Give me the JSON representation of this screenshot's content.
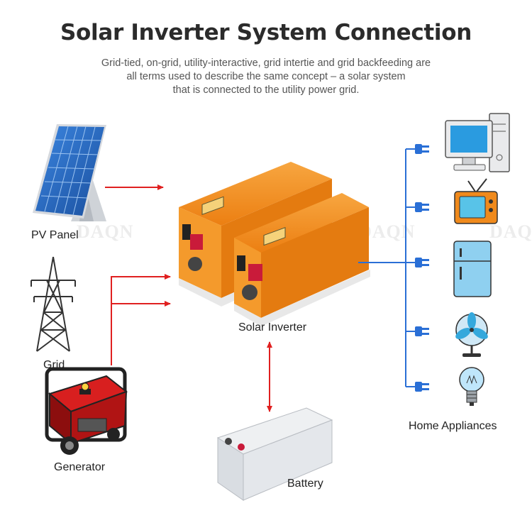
{
  "header": {
    "title": "Solar Inverter System Connection",
    "subtitle_lines": [
      "Grid-tied, on-grid, utility-interactive, grid intertie and grid backfeeding are",
      "all terms used to describe the same concept – a solar system",
      "that is connected to the utility power grid."
    ]
  },
  "nodes": {
    "pv_panel": "PV Panel",
    "grid": "Grid",
    "generator": "Generator",
    "inverter": "Solar Inverter",
    "battery": "Battery",
    "appliances": "Home Appliances"
  },
  "watermark": "DAQN",
  "colors": {
    "arrow_red": "#e02020",
    "line_blue": "#2a6fd6",
    "inverter_orange": "#f08a1c",
    "panel_blue": "#1f5fb8"
  },
  "icons": [
    "solar-panel-icon",
    "transmission-tower-icon",
    "generator-icon",
    "inverter-icon",
    "battery-icon",
    "computer-icon",
    "tv-icon",
    "refrigerator-icon",
    "fan-icon",
    "light-bulb-icon",
    "plug-icon"
  ]
}
